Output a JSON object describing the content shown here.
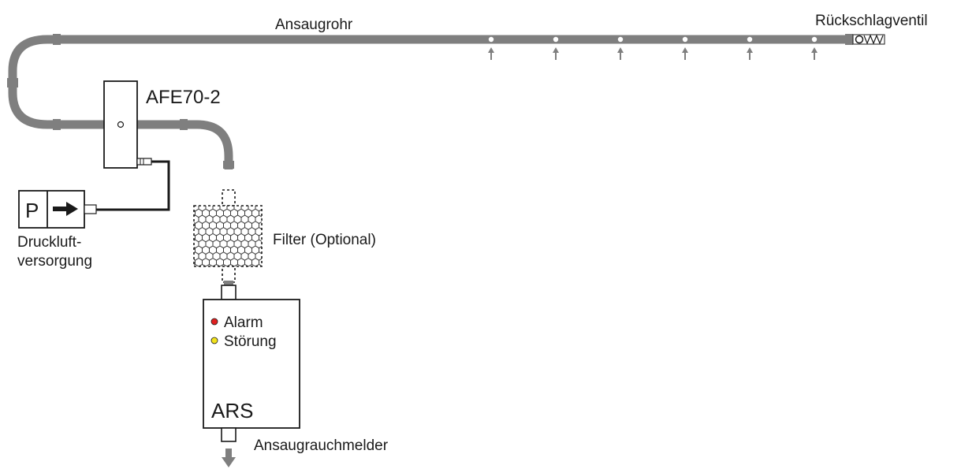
{
  "labels": {
    "pipe": "Ansaugrohr",
    "check_valve": "Rückschlagventil",
    "afe": "AFE70-2",
    "pressure_symbol": "P",
    "compressed_air_line1": "Druckluft-",
    "compressed_air_line2": "versorgung",
    "filter": "Filter (Optional)",
    "alarm": "Alarm",
    "fault": "Störung",
    "ars": "ARS",
    "detector": "Ansaugrauchmelder"
  },
  "colors": {
    "pipe": "#7f7f7f",
    "alarm_led": "#e02020",
    "fault_led": "#f2e21c",
    "outline": "#1a1a1a"
  },
  "icons": [
    "arrow-right-icon",
    "arrow-up-icon",
    "arrow-down-icon",
    "check-valve-icon",
    "honeycomb-filter-icon"
  ]
}
